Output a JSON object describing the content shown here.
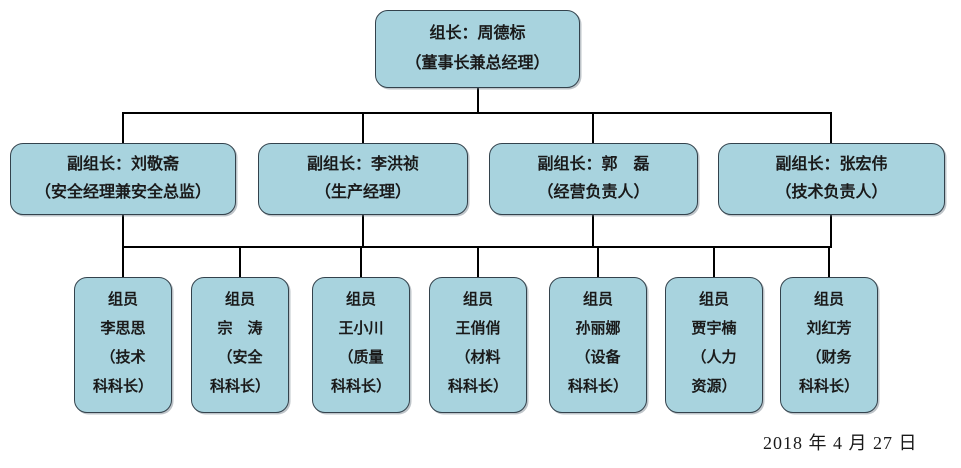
{
  "org_chart": {
    "root": {
      "line1": "组长：周德标",
      "line2": "（董事长兼总经理）"
    },
    "deputies": [
      {
        "line1": "副组长：刘敬斋",
        "line2": "（安全经理兼安全总监）"
      },
      {
        "line1": "副组长：李洪祯",
        "line2": "（生产经理）"
      },
      {
        "line1": "副组长：郭　磊",
        "line2": "（经营负责人）"
      },
      {
        "line1": "副组长：张宏伟",
        "line2": "（技术负责人）"
      }
    ],
    "members": [
      {
        "lines": [
          "组员",
          "李思思",
          "（技术",
          "科科长）"
        ]
      },
      {
        "lines": [
          "组员",
          "宗　涛",
          "（安全",
          "科科长）"
        ]
      },
      {
        "lines": [
          "组员",
          "王小川",
          "（质量",
          "科科长）"
        ]
      },
      {
        "lines": [
          "组员",
          "王俏俏",
          "（材料",
          "科科长）"
        ]
      },
      {
        "lines": [
          "组员",
          "孙丽娜",
          "（设备",
          "科科长）"
        ]
      },
      {
        "lines": [
          "组员",
          "贾宇楠",
          "（人力",
          "资源）"
        ]
      },
      {
        "lines": [
          "组员",
          "刘红芳",
          "（财务",
          "科科长）"
        ]
      }
    ],
    "date": "2018 年 4 月 27 日"
  },
  "colors": {
    "box_fill": "#A8D3DE",
    "box_border": "#33424C",
    "connector": "#000000",
    "background": "#FFFFFF",
    "text": "#1A1A1A"
  }
}
